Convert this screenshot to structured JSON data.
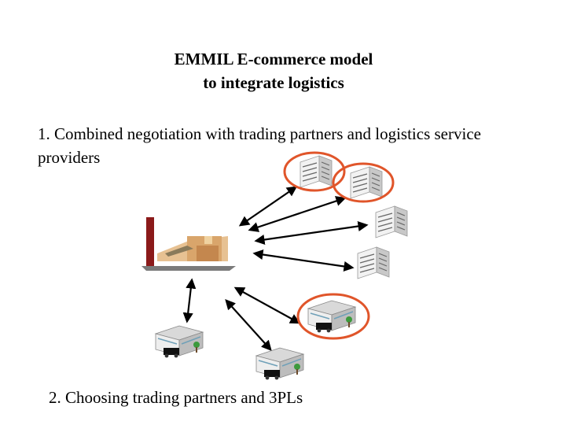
{
  "title": {
    "line1": "EMMIL E-commerce model",
    "line2": "to integrate logistics"
  },
  "steps": [
    {
      "text": "1. Combined negotiation with trading partners and logistics service providers"
    },
    {
      "text": "2. Choosing trading partners and 3PLs"
    }
  ],
  "nodes": {
    "center": {
      "icon": "factory-icon"
    },
    "partners": [
      {
        "icon": "office-building-icon",
        "selected": true
      },
      {
        "icon": "office-building-icon",
        "selected": true
      },
      {
        "icon": "office-building-icon",
        "selected": false
      },
      {
        "icon": "office-building-icon",
        "selected": false
      },
      {
        "icon": "warehouse-truck-icon",
        "selected": true
      },
      {
        "icon": "warehouse-truck-icon",
        "selected": false
      },
      {
        "icon": "warehouse-truck-icon",
        "selected": false
      }
    ]
  },
  "colors": {
    "highlight": "#e0552a",
    "arrow": "#000000",
    "factory_chimney": "#8b1a1a",
    "factory_body": "#e0b27a"
  }
}
